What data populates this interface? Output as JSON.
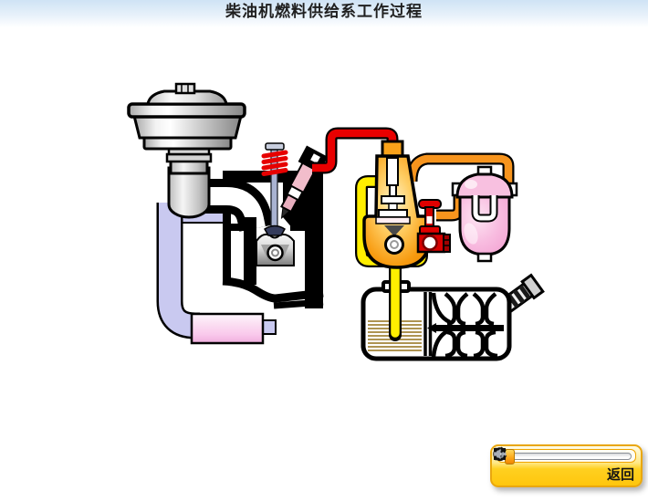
{
  "title": "柴油机燃料供给系工作过程",
  "player": {
    "return_label": "返回",
    "progress_percent": 2,
    "buttons": [
      {
        "icon": "play-icon"
      },
      {
        "icon": "pause-icon"
      },
      {
        "icon": "stop-icon"
      },
      {
        "icon": "replay-icon"
      },
      {
        "icon": "mute-icon"
      }
    ]
  },
  "diagram": {
    "components": [
      "air-filter",
      "intake-elbow",
      "intake-port",
      "engine-cylinder",
      "intake-valve",
      "valve-spring",
      "fuel-injector",
      "piston",
      "exhaust-pipe",
      "muffler",
      "injection-pump",
      "pump-roller",
      "hand-primer-pump",
      "fuel-filter",
      "fuel-tank",
      "tank-baffles",
      "fuel-filler-neck",
      "fuel-pickup-pipe"
    ],
    "pipe_colors": {
      "high_pressure_fuel": "#e80000",
      "filtered_fuel": "#f7941d",
      "low_pressure_fuel": "#ffee00",
      "exhaust": "#c9c9f0"
    }
  },
  "colors": {
    "title_band": "#cfe3f5",
    "panel_yellow": "#ffd020",
    "panel_border": "#e9a70f",
    "pump_orange": "#f89b10",
    "hand_pump_red": "#d80000",
    "filter_pink": "#f6aed8",
    "muffler_pink": "#f8c4ea",
    "fuel_level_tan": "#a3853a"
  }
}
